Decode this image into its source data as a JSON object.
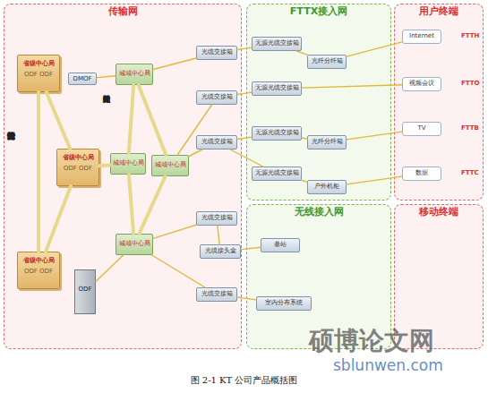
{
  "diagram": {
    "caption": "图 2-1 KT 公司产品概括图",
    "nodes": [
      {
        "text": [
          "传输网"
        ]
      },
      {
        "text": [
          "FTTX接入网"
        ]
      },
      {
        "text": [
          "用户终端"
        ]
      },
      {
        "text": [
          "无线接入网"
        ]
      },
      {
        "text": [
          "移动终端"
        ]
      },
      {
        "text": [
          "省级中心局",
          "ODF ODF"
        ],
        "in": 0
      },
      {
        "text": [
          "省级中心局",
          "ODF ODF"
        ],
        "in": 0
      },
      {
        "text": [
          "省级中心局",
          "ODF ODF"
        ],
        "in": 0
      },
      {
        "text": [
          "DMOF"
        ],
        "in": 0
      },
      {
        "text": [
          "城域中心局"
        ],
        "in": 0
      },
      {
        "text": [
          "城域中心局"
        ],
        "in": 0
      },
      {
        "text": [
          "城域中心局"
        ],
        "in": 0
      },
      {
        "text": [
          "城域中心局"
        ],
        "in": 0
      },
      {
        "text": [
          "ODF"
        ],
        "in": 0
      },
      {
        "text": [
          "光缆交接箱"
        ],
        "in": 0
      },
      {
        "text": [
          "光缆交接箱"
        ],
        "in": 0
      },
      {
        "text": [
          "光缆交接箱"
        ],
        "in": 0
      },
      {
        "text": [
          "光缆交接箱"
        ],
        "in": 0
      },
      {
        "text": [
          "光缆交接箱"
        ],
        "in": 0
      },
      {
        "text": [
          "无源光缆交接箱"
        ],
        "in": 1
      },
      {
        "text": [
          "无源光缆交接箱"
        ],
        "in": 1
      },
      {
        "text": [
          "无源光缆交接箱"
        ],
        "in": 1
      },
      {
        "text": [
          "无源光缆交接箱"
        ],
        "in": 1
      },
      {
        "text": [
          "光纤分纤箱"
        ],
        "in": 1
      },
      {
        "text": [
          "光纤分纤箱"
        ],
        "in": 1
      },
      {
        "text": [
          "户外机柜"
        ],
        "in": 1
      },
      {
        "text": [
          "Internet"
        ],
        "in": 2
      },
      {
        "text": [
          "视频会议"
        ],
        "in": 2
      },
      {
        "text": [
          "TV"
        ],
        "in": 2
      },
      {
        "text": [
          "数据"
        ],
        "in": 2
      },
      {
        "text": [
          "光缆接头盒"
        ],
        "in": 0
      },
      {
        "text": [
          "基站"
        ],
        "in": 3
      },
      {
        "text": [
          "室内分布系统"
        ],
        "in": 3
      }
    ],
    "edges": [
      {
        "from": 5,
        "to": 6,
        "arrow": "none"
      },
      {
        "from": 6,
        "to": 7,
        "arrow": "none"
      },
      {
        "from": 7,
        "to": 5,
        "arrow": "none"
      },
      {
        "from": 6,
        "to": 10,
        "arrow": "none"
      },
      {
        "from": 9,
        "to": 10,
        "arrow": "none"
      },
      {
        "from": 10,
        "to": 12,
        "arrow": "none"
      },
      {
        "from": 12,
        "to": 11,
        "arrow": "none"
      },
      {
        "from": 11,
        "to": 9,
        "arrow": "none"
      },
      {
        "from": 9,
        "to": 8,
        "arrow": "none"
      },
      {
        "from": 12,
        "to": 13,
        "arrow": "none"
      },
      {
        "from": 9,
        "to": 14,
        "arrow": "none"
      },
      {
        "from": 11,
        "to": 15,
        "arrow": "none"
      },
      {
        "from": 11,
        "to": 16,
        "arrow": "none"
      },
      {
        "from": 12,
        "to": 17,
        "arrow": "none"
      },
      {
        "from": 12,
        "to": 18,
        "arrow": "none"
      },
      {
        "from": 14,
        "to": 19,
        "arrow": "none"
      },
      {
        "from": 15,
        "to": 20,
        "arrow": "none"
      },
      {
        "from": 16,
        "to": 21,
        "arrow": "none"
      },
      {
        "from": 16,
        "to": 22,
        "arrow": "none"
      },
      {
        "from": 19,
        "to": 23,
        "arrow": "none"
      },
      {
        "from": 21,
        "to": 24,
        "arrow": "none"
      },
      {
        "from": 22,
        "to": 25,
        "arrow": "none"
      },
      {
        "from": 23,
        "to": 26,
        "arrow": "none"
      },
      {
        "from": 20,
        "to": 27,
        "arrow": "none"
      },
      {
        "from": 24,
        "to": 28,
        "arrow": "none"
      },
      {
        "from": 25,
        "to": 29,
        "arrow": "none"
      },
      {
        "from": 17,
        "to": 30,
        "arrow": "none"
      },
      {
        "from": 30,
        "to": 31,
        "arrow": "none"
      },
      {
        "from": 18,
        "to": 32,
        "arrow": "none"
      }
    ],
    "labels": [
      "长途骨干光纤传输网",
      "城域光纤传输网",
      "FTTH",
      "FTTO",
      "FTTB",
      "FTTC",
      "硕博论文网",
      "sblunwen.com"
    ]
  }
}
